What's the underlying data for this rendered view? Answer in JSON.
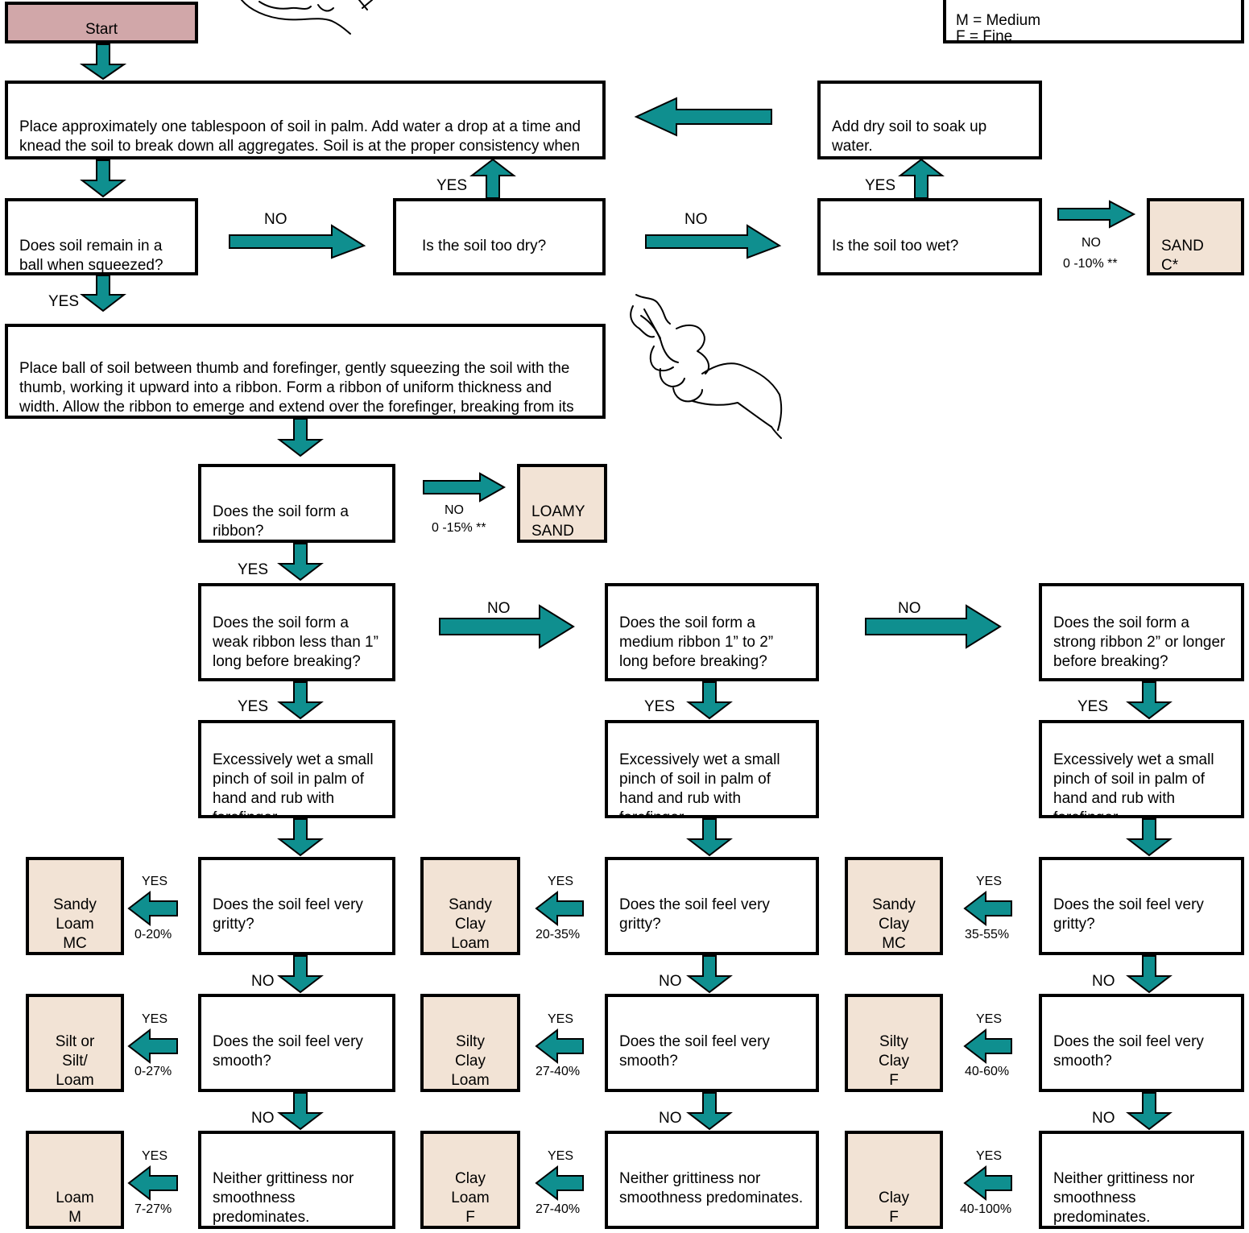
{
  "legend": {
    "lines": "M = Medium\nF = Fine"
  },
  "start": "Start",
  "steps": {
    "moisten": "Place approximately one tablespoon of soil in palm. Add water a drop at a time and knead the soil to break down all aggregates.  Soil is at the proper consistency when it can be molded and shaped.",
    "add_dry": "Add dry soil to soak up water.",
    "ball": "Does soil remain in a ball when squeezed?",
    "too_dry": "Is the soil too dry?",
    "too_wet": "Is the soil too wet?",
    "ribbon_instr": "Place ball of soil between thumb and forefinger, gently squeezing the soil with the thumb, working it upward into a ribbon. Form a ribbon of uniform thickness and width. Allow the ribbon to emerge and extend over the forefinger, breaking from its own weight.",
    "form_ribbon": "Does the soil form a ribbon?",
    "weak": "Does the soil form a weak ribbon less than 1” long before breaking?",
    "medium": "Does the soil form a medium ribbon 1” to 2” long before breaking?",
    "strong": "Does the soil form a strong ribbon 2” or longer before breaking?",
    "wet1": "Excessively wet a small pinch of soil in palm of hand and rub with forefinger.",
    "wet2": "Excessively wet a small pinch of soil in palm of hand and rub with forefinger.",
    "wet3": "Excessively wet a small pinch of soil in palm of hand and rub with forefinger.",
    "gritty1": "Does the soil feel very gritty?",
    "gritty2": "Does the soil feel very gritty?",
    "gritty3": "Does the soil feel very gritty?",
    "smooth1": "Does the soil feel very smooth?",
    "smooth2": "Does the soil feel very smooth?",
    "smooth3": "Does the soil feel very smooth?",
    "neither1": "Neither grittiness nor smoothness predominates.",
    "neither2": "Neither grittiness nor smoothness predominates.",
    "neither3": "Neither grittiness nor smoothness predominates."
  },
  "results": {
    "sand": "SAND\nC*",
    "loamy_sand": "LOAMY\nSAND\nC*",
    "sandy_loam": "Sandy\nLoam\nMC",
    "sandy_clay_loam": "Sandy\nClay\nLoam\nMC",
    "sandy_clay": "Sandy\nClay\nMC",
    "silt_loam": "Silt or\nSilt/\nLoam\nM",
    "silty_clay_loam": "Silty\nClay\nLoam\nF",
    "silty_clay": "Silty\nClay\nF",
    "loam": "Loam\nM",
    "clay_loam": "Clay\nLoam\nF",
    "clay": "Clay\nF"
  },
  "labels": {
    "yes": "YES",
    "no": "NO",
    "sand_pct": "0 -10% **",
    "loamy_sand_pct": "0 -15% **",
    "sandy_loam_pct": "0-20%",
    "sandy_clay_loam_pct": "20-35%",
    "sandy_clay_pct": "35-55%",
    "silt_loam_pct": "0-27%",
    "silty_clay_loam_pct": "27-40%",
    "silty_clay_pct": "40-60%",
    "loam_pct": "7-27%",
    "clay_loam_pct": "27-40%",
    "clay_pct": "40-100%"
  },
  "colors": {
    "arrow": "#0f8f8f",
    "start_fill": "#d1a7a9",
    "result_fill": "#f2e3d5"
  },
  "icons": [
    "hand-kneading-sketch",
    "hand-ribbon-sketch"
  ]
}
